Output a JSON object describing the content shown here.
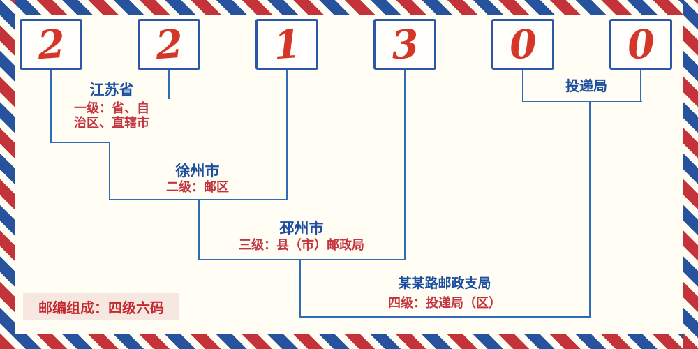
{
  "postal_code": {
    "digits": [
      "2",
      "2",
      "1",
      "3",
      "0",
      "0"
    ]
  },
  "labels": {
    "level1": {
      "place": "江苏省",
      "desc_line1": "一级：省、自",
      "desc_line2": "治区、直辖市"
    },
    "level2": {
      "place": "徐州市",
      "desc": "二级：邮区"
    },
    "level3": {
      "place": "邳州市",
      "desc": "三级：县（市）邮政局"
    },
    "level4": {
      "place": "某某路邮政支局",
      "desc": "四级：投递局（区）"
    },
    "delivery_office": {
      "label": "投递局"
    }
  },
  "footer": {
    "note": "邮编组成：四级六码"
  },
  "colors": {
    "digit_red": "#d4372a",
    "accent_red": "#c5333a",
    "accent_blue": "#2a57a8",
    "line_blue": "#2e6cb8",
    "note_background": "#f6e8e0",
    "page_background": "#fffdf4"
  }
}
